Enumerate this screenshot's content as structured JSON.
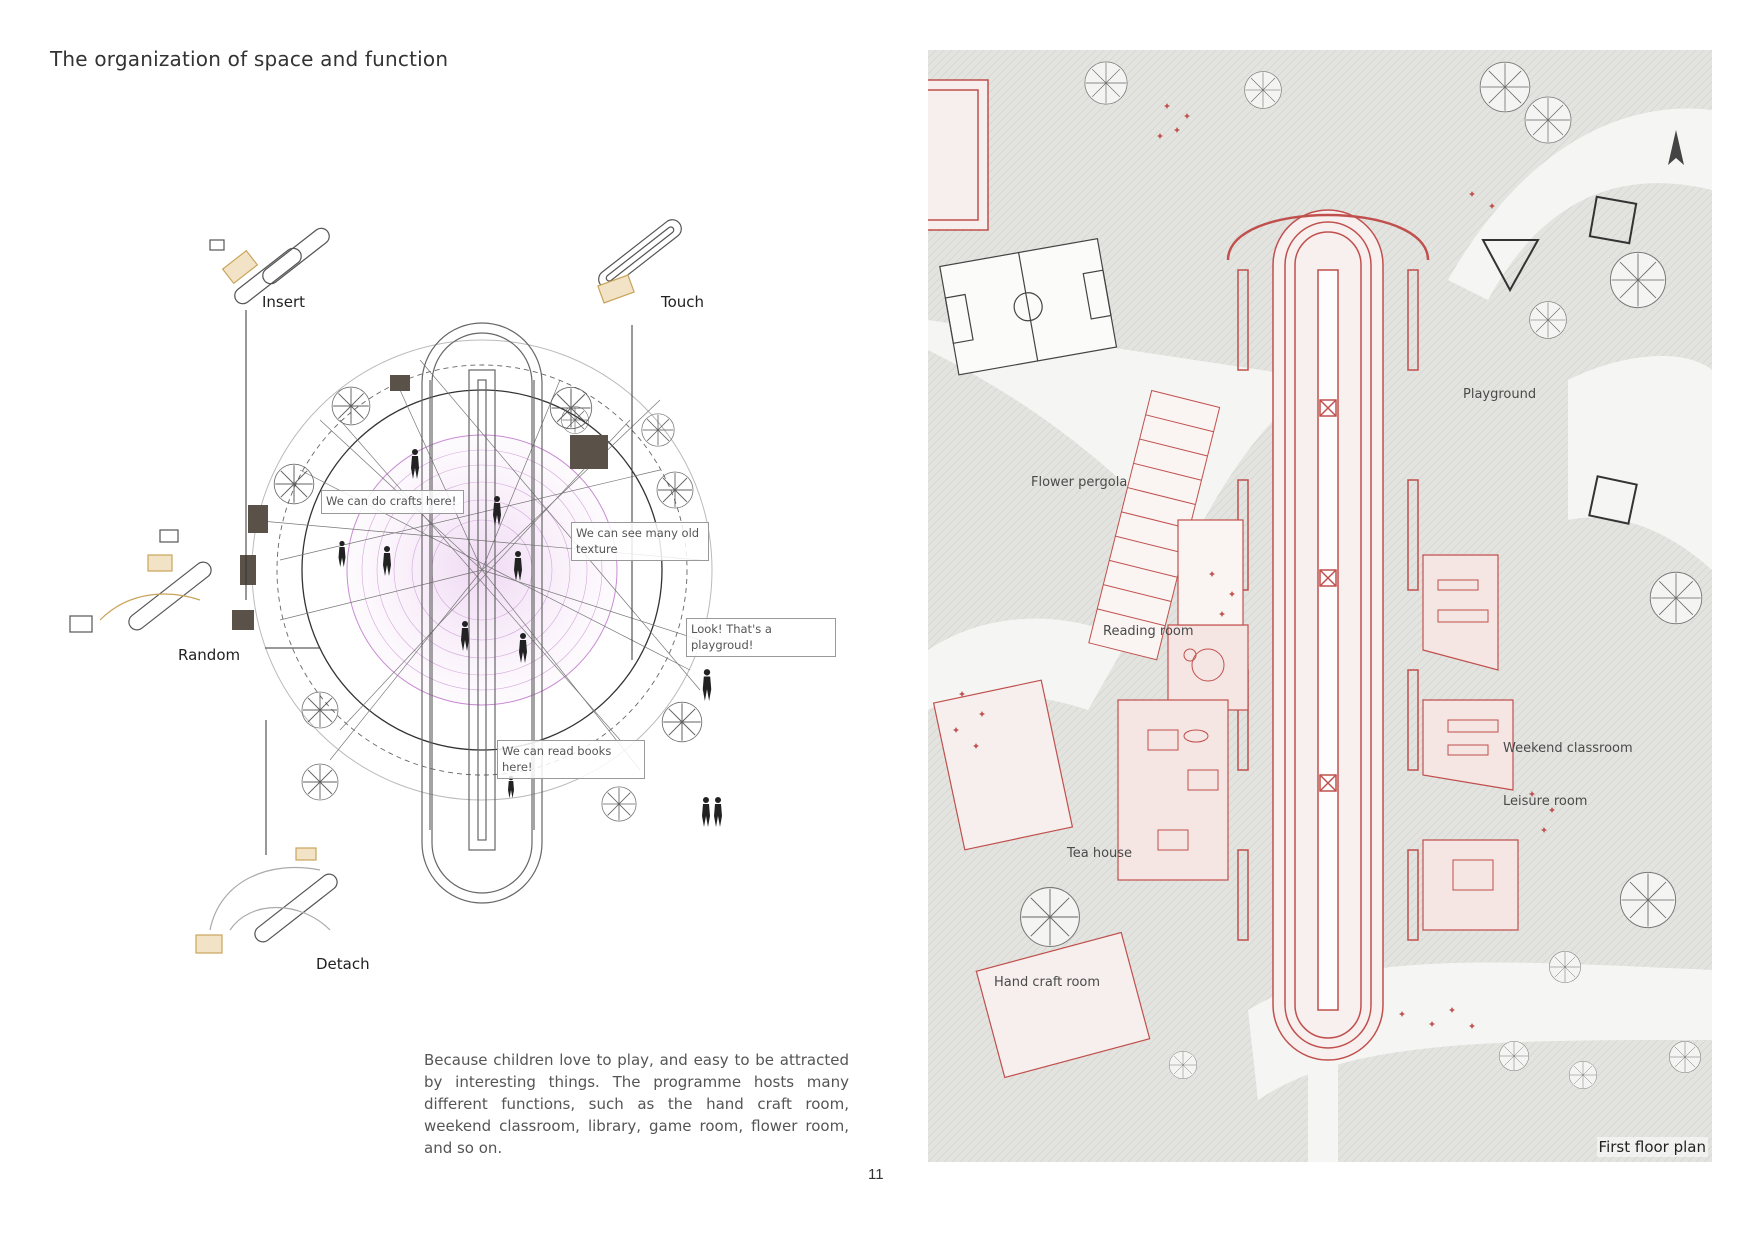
{
  "page": {
    "title": "The organization of space and function",
    "number": "11",
    "body_text": "Because children love to play, and easy to be attracted by interesting things. The programme hosts many different functions, such as the hand craft room, weekend classroom, library, game room, flower room, and so on."
  },
  "diagram": {
    "strategies": {
      "insert": "Insert",
      "touch": "Touch",
      "random": "Random",
      "detach": "Detach"
    },
    "callouts": {
      "crafts": "We can do crafts here!",
      "texture": "We can see many old texture",
      "playground": "Look! That's a playgroud!",
      "books": "We can read books here!"
    }
  },
  "plan": {
    "caption": "First floor plan",
    "labels": {
      "playground": "Playground",
      "flower_pergola": "Flower pergola",
      "reading_room": "Reading room",
      "weekend_classroom": "Weekend classroom",
      "leisure_room": "Leisure room",
      "tea_house": "Tea house",
      "hand_craft_room": "Hand craft room"
    },
    "colors": {
      "background": "#e3e3df",
      "path": "#f5f5f3",
      "building_red": "#c0504d",
      "building_fill": "#f3e3e1"
    }
  }
}
